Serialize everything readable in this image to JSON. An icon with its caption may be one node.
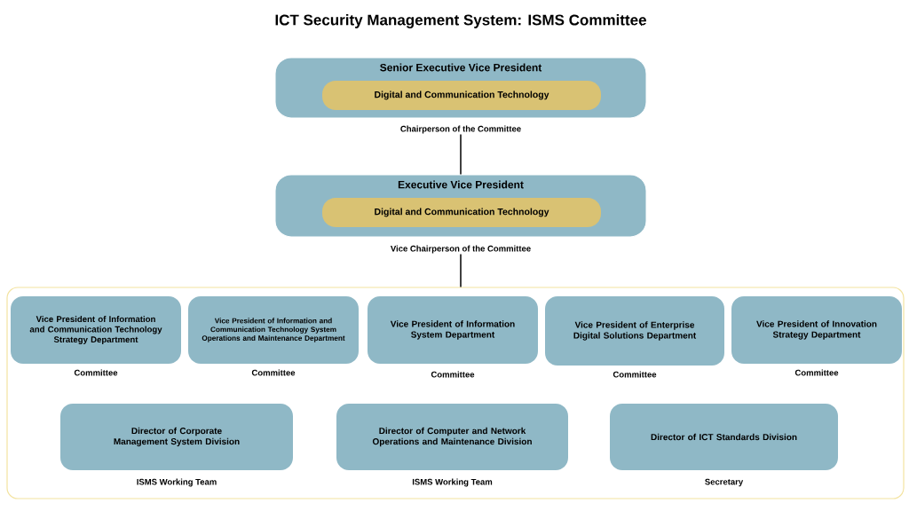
{
  "diagram": {
    "title": "ICT Security Management System: ISMS Committee",
    "nodes": [
      {
        "text": [
          "Senior Executive Vice President"
        ],
        "beside": [
          "Chairperson of the Committee"
        ]
      },
      {
        "text": [
          "Digital and Communication Technology"
        ],
        "in": 0
      },
      {
        "text": [
          "Executive Vice President"
        ],
        "beside": [
          "Vice Chairperson of the Committee"
        ]
      },
      {
        "text": [
          "Digital and Communication Technology"
        ],
        "in": 2
      },
      {
        "text": [],
        "shape": "box"
      },
      {
        "text": [
          "Vice President of Information and Communication Technology Strategy Department"
        ],
        "in": 4,
        "beside": [
          "Committee"
        ]
      },
      {
        "text": [
          "Vice President of Information and Communication Technology System Operations and Maintenance Department"
        ],
        "in": 4,
        "beside": [
          "Committee"
        ]
      },
      {
        "text": [
          "Vice President of Information System Department"
        ],
        "in": 4,
        "beside": [
          "Committee"
        ]
      },
      {
        "text": [
          "Vice President of Enterprise Digital Solutions Department"
        ],
        "in": 4,
        "beside": [
          "Committee"
        ]
      },
      {
        "text": [
          "Vice President of Innovation Strategy Department"
        ],
        "in": 4,
        "beside": [
          "Committee"
        ]
      },
      {
        "text": [
          "Director of Corporate Management System Division"
        ],
        "in": 4,
        "beside": [
          "ISMS Working Team"
        ]
      },
      {
        "text": [
          "Director of Computer and Network Operations and Maintenance Division"
        ],
        "in": 4,
        "beside": [
          "ISMS Working Team"
        ]
      },
      {
        "text": [
          "Director of ICT Standards Division"
        ],
        "in": 4,
        "beside": [
          "Secretary"
        ]
      }
    ],
    "edges": [
      {
        "from": 0,
        "to": 2,
        "arrow": "none"
      },
      {
        "from": 2,
        "to": 4,
        "arrow": "none"
      }
    ]
  }
}
